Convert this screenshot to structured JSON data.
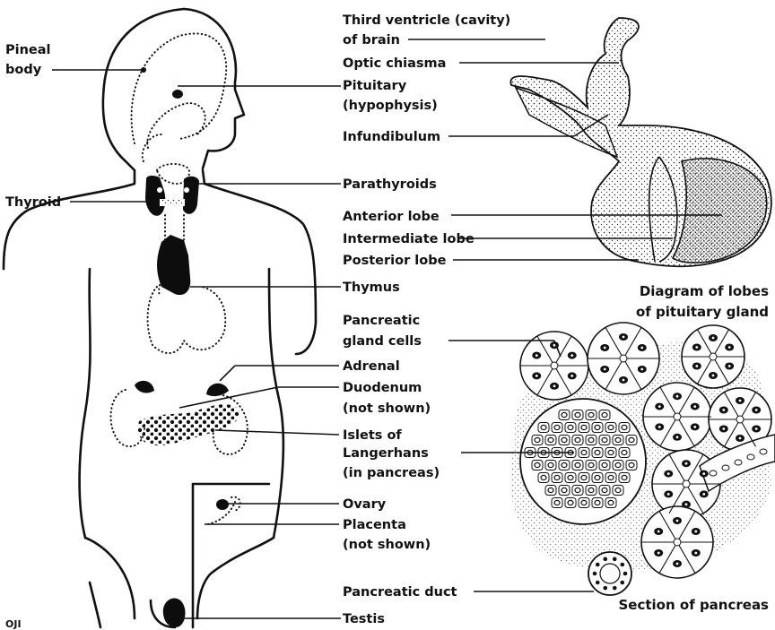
{
  "labels": {
    "pineal": [
      "Pineal",
      "body"
    ],
    "thyroid": "Thyroid",
    "third_ventricle": [
      "Third ventricle (cavity)",
      "of brain"
    ],
    "optic_chiasma": "Optic chiasma",
    "pituitary": [
      "Pituitary",
      "(hypophysis)"
    ],
    "infundibulum": "Infundibulum",
    "parathyroids": "Parathyroids",
    "anterior_lobe": "Anterior lobe",
    "intermediate_lobe": "Intermediate lobe",
    "posterior_lobe": "Posterior lobe",
    "thymus": "Thymus",
    "pituitary_caption": [
      "Diagram of lobes",
      "of pituitary gland"
    ],
    "pancreatic_cells": [
      "Pancreatic",
      "gland cells"
    ],
    "adrenal": "Adrenal",
    "duodenum": [
      "Duodenum",
      "(not shown)"
    ],
    "islets": [
      "Islets of",
      "Langerhans",
      "(in pancreas)"
    ],
    "ovary": "Ovary",
    "placenta": [
      "Placenta",
      "(not shown)"
    ],
    "pancreatic_duct": "Pancreatic duct",
    "pancreas_caption": "Section of pancreas",
    "testis": "Testis",
    "signature": "OJI"
  }
}
